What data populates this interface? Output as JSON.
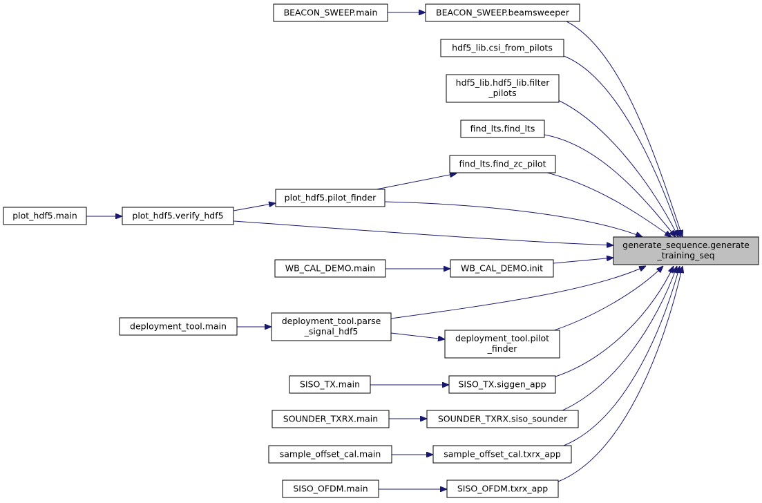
{
  "graph": {
    "colors": {
      "edge": "#191970",
      "root_fill": "#bfbfbf",
      "node_fill": "#ffffff",
      "node_stroke": "#000000"
    },
    "root": {
      "line1": "generate_sequence.generate",
      "line2": "_training_seq"
    },
    "nodes": {
      "beacon_main": "BEACON_SWEEP.main",
      "beacon_beamsweeper": "BEACON_SWEEP.beamsweeper",
      "csi_from_pilots": "hdf5_lib.csi_from_pilots",
      "filter_pilots_1": "hdf5_lib.hdf5_lib.filter",
      "filter_pilots_2": "_pilots",
      "find_lts": "find_lts.find_lts",
      "find_zc_pilot": "find_lts.find_zc_pilot",
      "plot_pilot_finder": "plot_hdf5.pilot_finder",
      "plot_main": "plot_hdf5.main",
      "plot_verify": "plot_hdf5.verify_hdf5",
      "wb_main": "WB_CAL_DEMO.main",
      "wb_init": "WB_CAL_DEMO.init",
      "deploy_main": "deployment_tool.main",
      "deploy_parse_1": "deployment_tool.parse",
      "deploy_parse_2": "_signal_hdf5",
      "deploy_pilot_1": "deployment_tool.pilot",
      "deploy_pilot_2": "_finder",
      "siso_tx_main": "SISO_TX.main",
      "siso_tx_siggen": "SISO_TX.siggen_app",
      "sounder_main": "SOUNDER_TXRX.main",
      "sounder_siso": "SOUNDER_TXRX.siso_sounder",
      "offset_main": "sample_offset_cal.main",
      "offset_txrx": "sample_offset_cal.txrx_app",
      "ofdm_main": "SISO_OFDM.main",
      "ofdm_txrx": "SISO_OFDM.txrx_app"
    }
  }
}
